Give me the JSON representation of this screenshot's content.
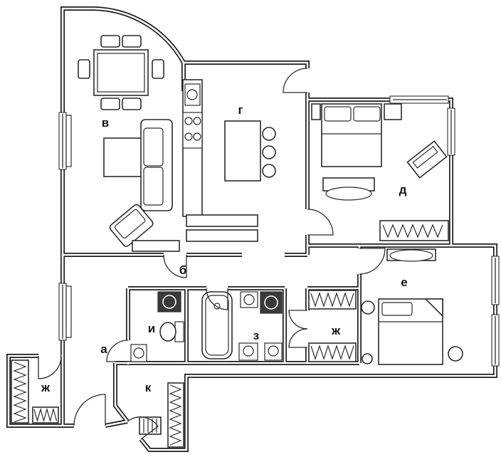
{
  "colors": {
    "wall": "#1d1d1d",
    "line": "#2b2b2b",
    "background": "#ffffff",
    "fixture_dark": "#3a3a3a"
  },
  "rooms": {
    "corridor": {
      "label": "а"
    },
    "hall": {
      "label": "б"
    },
    "living": {
      "label": "в"
    },
    "kitchen": {
      "label": "г"
    },
    "bedroom_main": {
      "label": "д"
    },
    "bedroom_second": {
      "label": "е"
    },
    "wardrobe_bedroom": {
      "label": "ж"
    },
    "bathroom": {
      "label": "з"
    },
    "wc": {
      "label": "и"
    },
    "closet": {
      "label": "к"
    },
    "wardrobe_entry": {
      "label": "ж"
    }
  }
}
